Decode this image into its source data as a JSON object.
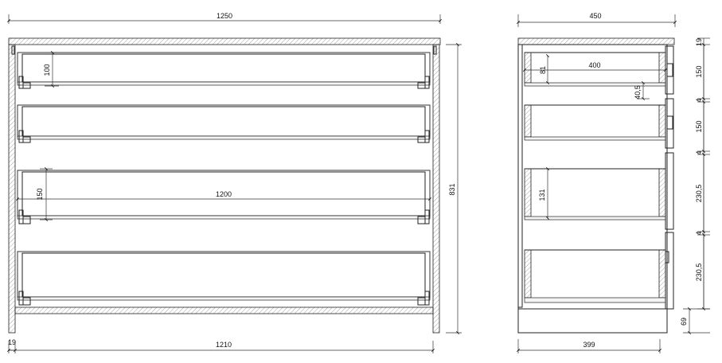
{
  "front_view": {
    "overall_width": "1250",
    "inner_width": "1210",
    "side_thickness": "19",
    "height": "831",
    "drawer_front_height": "100",
    "drawer_height": "150",
    "drawer_width": "1200"
  },
  "side_view": {
    "depth": "450",
    "inner_depth": "399",
    "drawer_depth": "400",
    "top_thickness": "19",
    "gap_a": "4",
    "gap_b": "4",
    "gap_c": "4",
    "drawer_1_height": "150",
    "drawer_2_height": "150",
    "drawer_3_height": "230,5",
    "drawer_4_height": "230,5",
    "plinth_height": "69",
    "drawer_side_height": "131",
    "front_height_small": "81",
    "rail_height": "40,5"
  }
}
